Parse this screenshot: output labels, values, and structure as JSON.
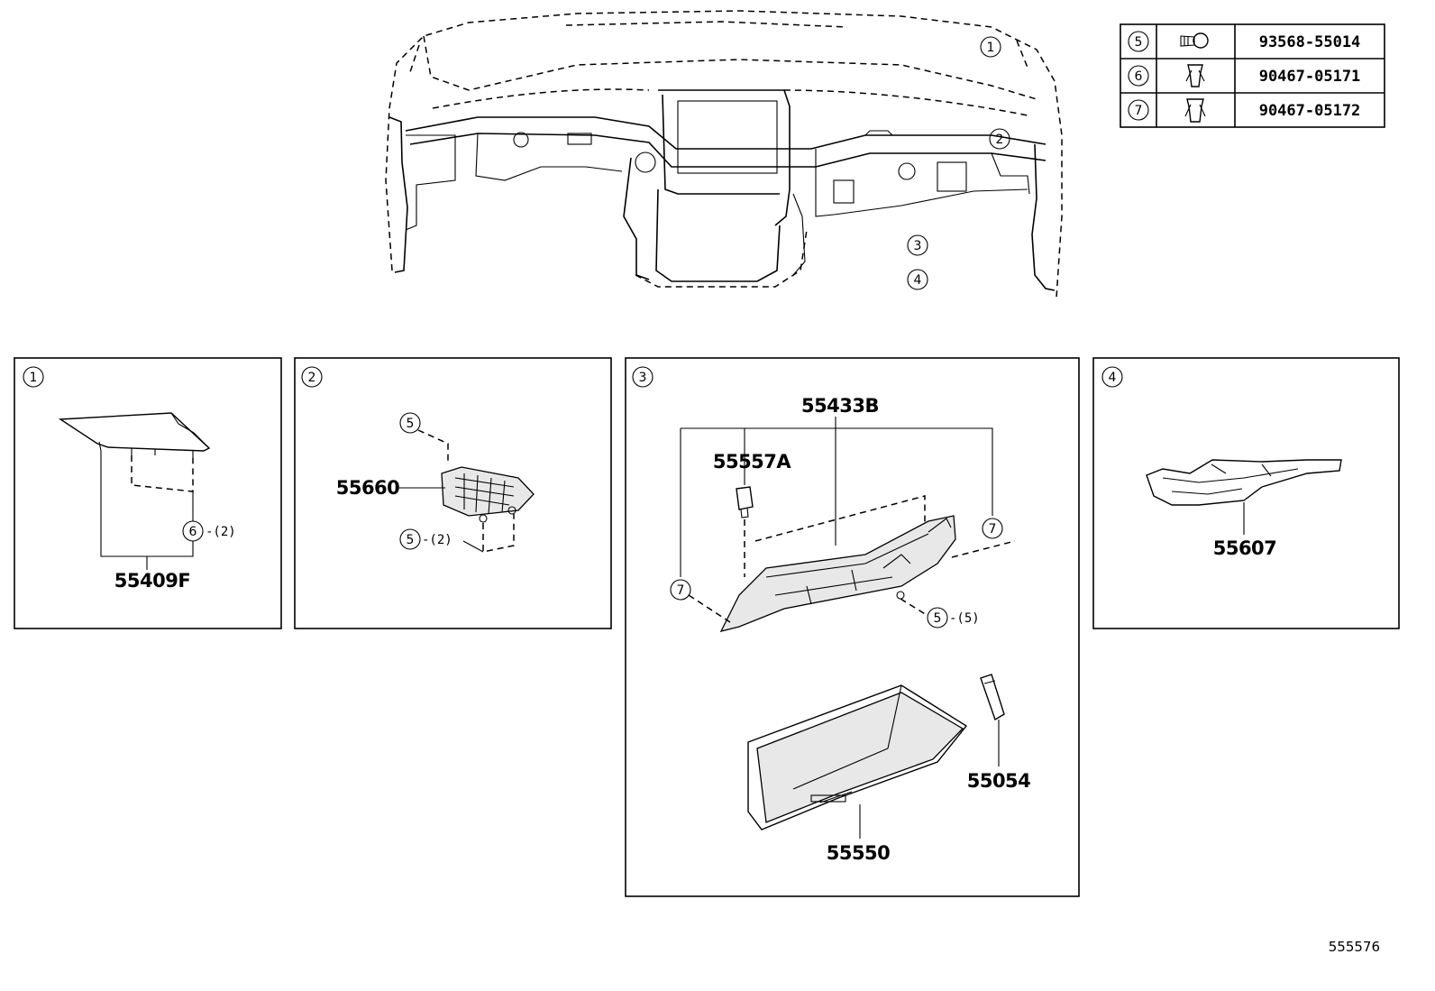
{
  "fastener_table": [
    {
      "ref": "5",
      "part_no": "93568-55014"
    },
    {
      "ref": "6",
      "part_no": "90467-05171"
    },
    {
      "ref": "7",
      "part_no": "90467-05172"
    }
  ],
  "overview_callouts": [
    "1",
    "2",
    "3",
    "4"
  ],
  "panels": [
    {
      "ref": "1",
      "parts": [
        "55409F"
      ],
      "fasteners": [
        {
          "ref": "6",
          "qty": "-(2)"
        }
      ]
    },
    {
      "ref": "2",
      "parts": [
        "55660"
      ],
      "fasteners": [
        {
          "ref": "5",
          "qty": ""
        },
        {
          "ref": "5",
          "qty": "-(2)"
        }
      ]
    },
    {
      "ref": "3",
      "parts": [
        "55433B",
        "55557A",
        "55550",
        "55054"
      ],
      "fasteners": [
        {
          "ref": "7",
          "qty": ""
        },
        {
          "ref": "7",
          "qty": ""
        },
        {
          "ref": "5",
          "qty": "-(5)"
        }
      ]
    },
    {
      "ref": "4",
      "parts": [
        "55607"
      ],
      "fasteners": []
    }
  ],
  "illustration_id": "555576"
}
